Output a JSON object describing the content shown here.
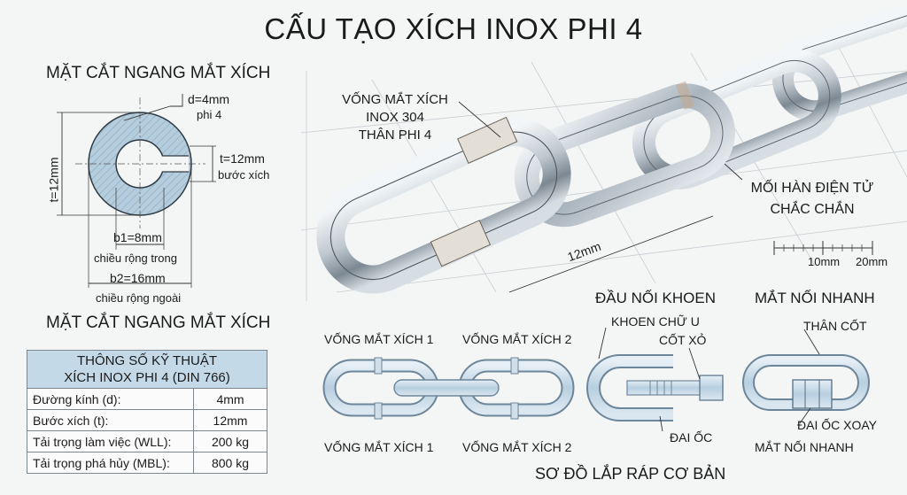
{
  "title": "CẤU TẠO XÍCH INOX PHI 4",
  "cross_section": {
    "heading": "MẶT CẮT NGANG MẮT XÍCH",
    "d_label": "d=4mm",
    "d_sub": "phi 4",
    "t_right_label": "t=12mm",
    "t_right_sub": "bước xích",
    "t_left_label": "t=12mm",
    "b1_label": "b1=8mm",
    "b1_sub": "chiều rộng trong",
    "b2_label": "b2=16mm",
    "b2_sub": "chiều rộng ngoài"
  },
  "chain_view": {
    "link_callout_1": "VỐNG MẮT XÍCH",
    "link_callout_2": "INOX 304",
    "link_callout_3": "THÂN PHI 4",
    "weld_callout_1": "MỐI HÀN ĐIỆN TỬ",
    "weld_callout_2": "CHẮC CHẮN",
    "dimension": "12mm",
    "scale_10": "10mm",
    "scale_20": "20mm"
  },
  "spec_table": {
    "heading_line1": "MẶT CẮT NGANG MẮT XÍCH",
    "title_line1": "THÔNG SỐ KỸ THUẬT",
    "title_line2": "XÍCH INOX PHI 4 (DIN 766)",
    "rows": [
      {
        "label": "Đường kính (d):",
        "value": "4mm"
      },
      {
        "label": "Bước xích (t):",
        "value": "12mm"
      },
      {
        "label": "Tải trọng làm việc (WLL):",
        "value": "200 kg"
      },
      {
        "label": "Tải trọng phá hủy (MBL):",
        "value": "800 kg"
      }
    ]
  },
  "assembly": {
    "top_1": "VỐNG MẮT XÍCH 1",
    "top_2": "VỐNG MẮT XÍCH 2",
    "bottom_1": "VỐNG MẮT XÍCH 1",
    "bottom_2": "VỐNG MẮT XÍCH 2",
    "shackle_heading": "ĐẦU NỐI KHOEN",
    "shackle_u": "KHOEN CHỮ U",
    "shackle_pin": "CỐT XỎ",
    "shackle_nut": "ĐAI ỐC",
    "quick_heading": "MẮT NỐI NHANH",
    "quick_body": "THÂN CỐT",
    "quick_nut": "ĐAI ỐC XOAY",
    "quick_bottom": "MẮT NỐI NHANH",
    "footer": "SƠ ĐỒ LẮP RÁP CƠ BẢN"
  },
  "colors": {
    "steel_light": "#eef2f5",
    "steel_mid": "#b9c3cb",
    "steel_dark": "#6f7b86",
    "link_fill": "#c9dcea",
    "table_header": "#c4d9e8"
  }
}
